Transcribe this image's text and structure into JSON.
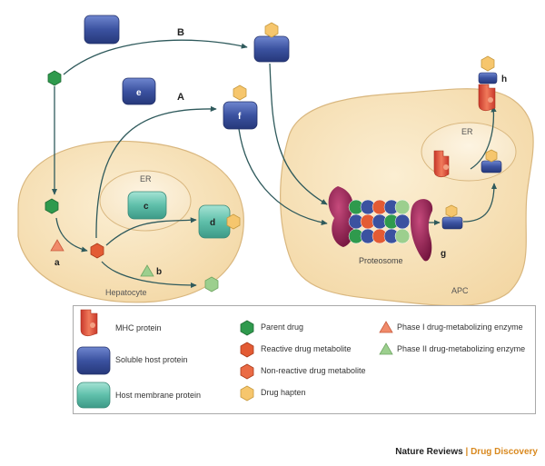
{
  "colors": {
    "cell_fill": "#f6dfb6",
    "cell_stroke": "#d9b77f",
    "soluble_protein": "#3b52a0",
    "membrane_protein": "#5fbfaa",
    "parent_drug": "#2f9a4d",
    "reactive_metabolite": "#e35b34",
    "nonreactive_metabolite": "#9ccf8e",
    "hapten": "#f6c66d",
    "proteasome": "#8a1f4e",
    "arrow": "#2f5a5c",
    "accent": "#d9891f"
  },
  "diagram": {
    "cells": {
      "hepatocyte": "Hepatocyte",
      "apc": "APC",
      "er_hepatocyte": "ER",
      "er_apc": "ER",
      "proteasome": "Proteosome"
    },
    "labels": {
      "a": "a",
      "b": "b",
      "c": "c",
      "d": "d",
      "e": "e",
      "f": "f",
      "g": "g",
      "h": "h",
      "pathway_A": "A",
      "pathway_B": "B"
    }
  },
  "legend": {
    "items": [
      {
        "icon": "mhc-protein-icon",
        "label": "MHC protein"
      },
      {
        "icon": "soluble-host-protein-icon",
        "label": "Soluble host protein"
      },
      {
        "icon": "host-membrane-protein-icon",
        "label": "Host membrane protein"
      },
      {
        "icon": "parent-drug-icon",
        "label": "Parent drug"
      },
      {
        "icon": "reactive-metabolite-icon",
        "label": "Reactive drug metabolite"
      },
      {
        "icon": "non-reactive-metabolite-icon",
        "label": "Non-reactive drug metabolite"
      },
      {
        "icon": "drug-hapten-icon",
        "label": "Drug hapten"
      },
      {
        "icon": "phase-i-enzyme-icon",
        "label": "Phase I drug-metabolizing enzyme"
      },
      {
        "icon": "phase-ii-enzyme-icon",
        "label": "Phase II drug-metabolizing enzyme"
      }
    ]
  },
  "footer": {
    "publisher": "Nature Reviews",
    "separator": "|",
    "journal": "Drug Discovery"
  }
}
